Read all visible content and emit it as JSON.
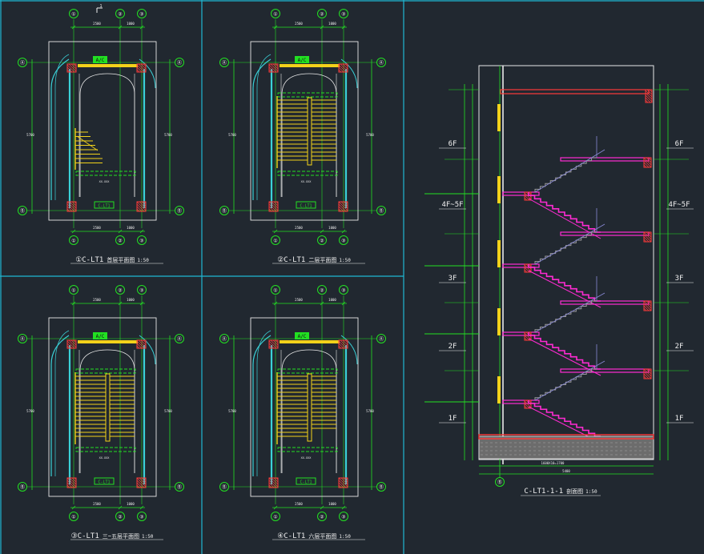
{
  "colors": {
    "background": "#212830",
    "frame": "#1fb8d2",
    "dimension": "#22e022",
    "wall": "#e8e8e8",
    "stair": "#f2d21a",
    "column": "#ff3a3a",
    "beam": "#ff2bd2",
    "hatch": "#3ad1d8",
    "flight": "#8a8ad8",
    "text": "#f0f0f0",
    "label_bg": "#22e022"
  },
  "section": {
    "tag": "1",
    "levels_left": [
      "6F",
      "4F~5F",
      "3F",
      "2F",
      "1F"
    ],
    "levels_right": [
      "6F",
      "4F~5F",
      "3F",
      "2F",
      "1F"
    ]
  },
  "plans": [
    {
      "id": "first-floor",
      "top_axes": [
        "①",
        "②",
        "③"
      ],
      "bottom_axes": [
        "①",
        "②",
        "③"
      ],
      "side_axes": [
        "Ⓐ",
        "Ⓑ"
      ],
      "tag": "A/C",
      "bottom_tag": "C-LT1",
      "caption_prefix": "①C-LT1",
      "caption_cn": "首层平面图",
      "caption_scale": "1:50"
    },
    {
      "id": "second-floor",
      "top_axes": [
        "①",
        "②",
        "③"
      ],
      "bottom_axes": [
        "①",
        "②",
        "③"
      ],
      "side_axes": [
        "Ⓐ",
        "Ⓑ"
      ],
      "tag": "A/C",
      "bottom_tag": "C-LT1",
      "caption_prefix": "②C-LT1",
      "caption_cn": "二层平面图",
      "caption_scale": "1:50"
    },
    {
      "id": "third-to-fifth-floor",
      "top_axes": [
        "①",
        "②",
        "③"
      ],
      "bottom_axes": [
        "①",
        "②",
        "③"
      ],
      "side_axes": [
        "Ⓐ",
        "Ⓑ"
      ],
      "tag": "A/C",
      "bottom_tag": "C-LT1",
      "caption_prefix": "③C-LT1",
      "caption_cn": "三~五层平面图",
      "caption_scale": "1:50"
    },
    {
      "id": "sixth-floor",
      "top_axes": [
        "①",
        "②",
        "③"
      ],
      "bottom_axes": [
        "①",
        "②",
        "③"
      ],
      "side_axes": [
        "Ⓐ",
        "Ⓑ"
      ],
      "tag": "A/C",
      "bottom_tag": "C-LT1",
      "caption_prefix": "④C-LT1",
      "caption_cn": "六层平面图",
      "caption_scale": "1:50"
    }
  ],
  "section_caption": {
    "prefix": "C-LT1-1-1",
    "cn": "剖面图",
    "scale": "1:50"
  },
  "section_axis": "Ⓑ"
}
